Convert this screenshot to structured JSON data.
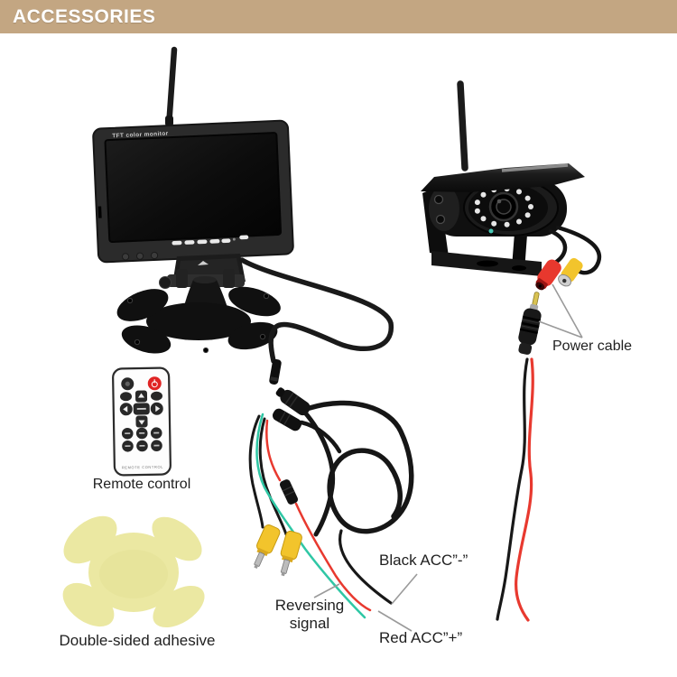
{
  "header": {
    "title": "ACCESSORIES"
  },
  "monitor": {
    "bezel_text": "TFT color monitor"
  },
  "remote": {
    "brand_text": "REMOTE CONTROL",
    "label": "Remote control"
  },
  "adhesive": {
    "label": "Double-sided adhesive"
  },
  "camera": {
    "power_cable_label": "Power cable"
  },
  "wiring": {
    "black_acc_label": "Black ACC”-”",
    "reversing_label": "Reversing signal",
    "red_acc_label": "Red ACC”+”"
  },
  "colors": {
    "header_bg": "#c3a682",
    "header_text": "#ffffff",
    "adhesive_yellow": "#ebe8a2",
    "rca_yellow": "#f2c42c",
    "connector_red": "#e8382e",
    "wire_red": "#e8392f",
    "wire_green": "#2fc7a5",
    "wire_black": "#181818",
    "label_text": "#1f1f1f",
    "pointer_line": "#9a9a9a"
  }
}
